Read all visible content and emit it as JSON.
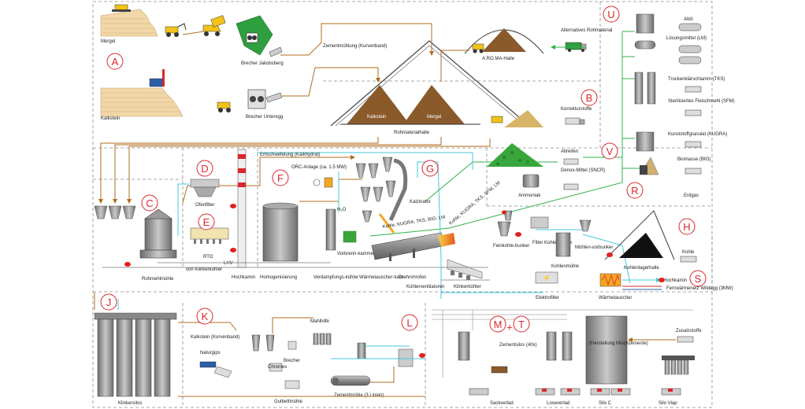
{
  "colors": {
    "brown_flow": "#b36b1e",
    "green_flow": "#2fb34a",
    "cyan_flow": "#46c8d8",
    "grey_flow": "#999999",
    "zone_red": "#d8282c",
    "kiln_green": "#3aa53a",
    "flame_orange": "#f5a623"
  },
  "zones": [
    "A",
    "B",
    "C",
    "D",
    "E",
    "F",
    "G",
    "H",
    "J",
    "K",
    "L",
    "M",
    "T",
    "R",
    "S",
    "U",
    "V"
  ],
  "labels": {
    "mergel": "Mergel",
    "kalkstein": "Kalkstein",
    "brecher_jakobsberg": "Brecher Jakobsberg",
    "brecher_unteregg": "Brecher Unteregg",
    "zementmuehlung": "Zementmühlung (Kurvenband)",
    "aroma_halle": "A.RO.MA-Halle",
    "alternatives_rohmaterial": "Alternatives Rohmaterial",
    "rohmaterialhalle": "Rohmaterialhalle",
    "kalkstein_bin": "Kalkstein",
    "mergel_bin": "Mergel",
    "korrekturstoffe": "Korrekturstoffe",
    "altreifen": "Altreifen",
    "denox_mittel": "Denox-Mittel (SNCR)",
    "ammoniak": "Ammoniak",
    "altoel": "Altöl",
    "loesungsmittel": "Lösungsmittel (LM)",
    "trockenklaerschlamm": "Trockenklärschlamm (TKS)",
    "sterilisiertes_fleischmehl": "Sterilisiertes Fleischmehl (SFM)",
    "kunststoffgranulat": "Kunststoffgranulat (KUGRA)",
    "biomasse": "Biomasse (BIO)",
    "erdgas": "Erdgas",
    "entschwefelung": "Entschwefelung (Kalkhydrat)",
    "orc_anlage": "ORC-Anlage (ca. 1.5 MW)",
    "ofenfilter": "Ofenfilter",
    "rto": "RTO",
    "von_klinkerkuehler": "von Klinkerkühler",
    "rohmehlmuehle": "Rohmehlmühle",
    "hochkamin": "Hochkamin",
    "homogenisierung": "Homogenisierung",
    "h2o": "H₂O",
    "verdampfungskuehler": "Verdampfungs-kühler",
    "waermetauscherturm": "Wärmetauscher-turm",
    "kalzinator": "Kalzinator",
    "vorbrennkammer": "Vorbrenn-kammer",
    "drehrohrofen": "Drehrohrofen",
    "kuehlerventilatoren": "Kühlerventilatoren",
    "klinkerkuehler": "Klinkerkühler",
    "fuel_line_label": "Kohle, KUGRA, TKS, BIO, LM",
    "fuel_line_label2": "Kohle, KUGRA, TKS, SFM, LM",
    "feinkohlebunker": "Feinkohle-bunker",
    "filter_kohlenmuehle": "Filter Kohlenmühle",
    "muehlenvorbunker": "Mühlen-vorbunker",
    "kohlenmuehle": "Kohlenmühle",
    "kohlenlagerhalle": "Kohlenlagerhalle",
    "kohle": "Kohle",
    "elektrofilter": "Elektrofilter",
    "waermetauscher": "Wärmetauscher",
    "hochkamin_s": "Hochkamin",
    "fernwaermenetz": "Fernwärmenetz Wildegg (3MW)",
    "klinkersilos": "Klinkersilos",
    "kalkstein_kurvenband": "Kalkstein (Kurvenband)",
    "naturgips": "Naturgips",
    "brecher": "Brecher",
    "chromex": "Chromex",
    "gutbettmuehle": "Gutbettmühle",
    "mahlhilfe": "Mahlhilfe",
    "zementmuehle": "Zementmühle (3 Linien)",
    "zementsilos": "Zementsilos (40x)",
    "herstellung": "(Herstellung Mischzemente)",
    "zusatzstoffe": "Zusatzstoffe",
    "sackverlad": "Sackverlad",
    "loseverlad": "Loseverlad",
    "silo_c": "Silo C",
    "silo_viap": "Silo Viap",
    "l_h_v": "LHV"
  }
}
